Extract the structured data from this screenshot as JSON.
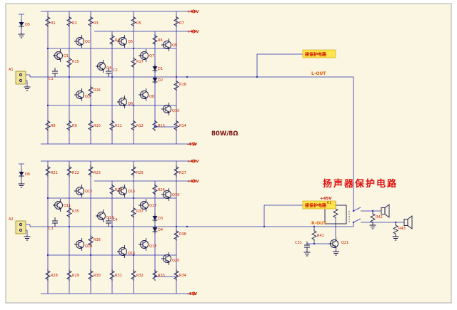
{
  "texts": {
    "power_rating": "80W/8Ω",
    "protection_title": "扬声器保护电路",
    "tag1": "接保护电路",
    "tag2": "接保护电路"
  },
  "colors": {
    "canvas": "#fbf6e1",
    "frame_border": "#a8a8a8",
    "wire": "#2b2fb3",
    "sym": "#14144e",
    "lbl": "#c41a00",
    "net": "#e06000",
    "title": "#e01010",
    "tag_bg": "#ffe44d",
    "tag_border": "#c9a300",
    "conn_fill": "#f1e49a"
  },
  "labels": [
    [
      "+45V",
      262,
      18,
      "flag"
    ],
    [
      "+45V",
      262,
      46,
      "flag"
    ],
    [
      "-45V",
      262,
      204,
      "flag"
    ],
    [
      "R1",
      71,
      34
    ],
    [
      "R2",
      101,
      34
    ],
    [
      "R3",
      131,
      34
    ],
    [
      "R5",
      191,
      34
    ],
    [
      "R7",
      251,
      34
    ],
    [
      "R4",
      161,
      58
    ],
    [
      "R6",
      221,
      58
    ],
    [
      "R8",
      71,
      178
    ],
    [
      "R9",
      101,
      178
    ],
    [
      "R10",
      131,
      178
    ],
    [
      "R11",
      161,
      178
    ],
    [
      "R12",
      191,
      178
    ],
    [
      "R13",
      221,
      178
    ],
    [
      "R14",
      251,
      178
    ],
    [
      "R15",
      101,
      88
    ],
    [
      "R16",
      131,
      128
    ],
    [
      "R17",
      191,
      88
    ],
    [
      "R18",
      251,
      120
    ],
    [
      "Q1",
      89,
      80
    ],
    [
      "Q2",
      119,
      60
    ],
    [
      "Q3",
      119,
      137
    ],
    [
      "Q4",
      149,
      97
    ],
    [
      "Q5",
      179,
      60
    ],
    [
      "Q6",
      179,
      147
    ],
    [
      "Q7",
      209,
      80
    ],
    [
      "Q8",
      209,
      137
    ],
    [
      "Q9",
      241,
      65
    ],
    [
      "Q10",
      241,
      157
    ],
    [
      "C1",
      68,
      112
    ],
    [
      "C2",
      158,
      100
    ],
    [
      "D1",
      221,
      98
    ],
    [
      "D2",
      221,
      114
    ],
    [
      "A1",
      12,
      99
    ],
    [
      "D5",
      35,
      36
    ],
    [
      "+45V",
      262,
      228,
      "flag"
    ],
    [
      "+45V",
      262,
      256,
      "flag"
    ],
    [
      "-45V",
      262,
      414,
      "flag"
    ],
    [
      "R21",
      71,
      244
    ],
    [
      "R22",
      101,
      244
    ],
    [
      "R23",
      131,
      244
    ],
    [
      "R25",
      191,
      244
    ],
    [
      "R27",
      251,
      244
    ],
    [
      "R24",
      161,
      268
    ],
    [
      "R26",
      221,
      268
    ],
    [
      "R28",
      71,
      388
    ],
    [
      "R29",
      101,
      388
    ],
    [
      "R30",
      131,
      388
    ],
    [
      "R31",
      161,
      388
    ],
    [
      "R32",
      191,
      388
    ],
    [
      "R33",
      221,
      388
    ],
    [
      "R34",
      251,
      388
    ],
    [
      "R35",
      101,
      298
    ],
    [
      "R36",
      131,
      338
    ],
    [
      "R37",
      191,
      298
    ],
    [
      "R38",
      251,
      330
    ],
    [
      "Q11",
      89,
      290
    ],
    [
      "Q12",
      119,
      270
    ],
    [
      "Q13",
      119,
      347
    ],
    [
      "Q14",
      149,
      307
    ],
    [
      "Q15",
      179,
      270
    ],
    [
      "Q16",
      179,
      357
    ],
    [
      "Q17",
      209,
      290
    ],
    [
      "Q18",
      209,
      347
    ],
    [
      "Q19",
      241,
      275
    ],
    [
      "Q20",
      241,
      367
    ],
    [
      "C3",
      68,
      322
    ],
    [
      "C4",
      158,
      310
    ],
    [
      "D3",
      221,
      308
    ],
    [
      "D4",
      221,
      324
    ],
    [
      "A2",
      12,
      309
    ],
    [
      "D6",
      35,
      246
    ],
    [
      "+45V",
      448,
      280,
      "flag"
    ],
    [
      "K1",
      458,
      286
    ],
    [
      "Q21",
      478,
      342
    ],
    [
      "R41",
      444,
      332
    ],
    [
      "C31",
      413,
      342
    ],
    [
      "R42",
      526,
      306
    ],
    [
      "R43",
      558,
      322
    ],
    [
      "L-OUT",
      436,
      105,
      "net"
    ],
    [
      "R-OUT",
      436,
      315,
      "net"
    ]
  ]
}
